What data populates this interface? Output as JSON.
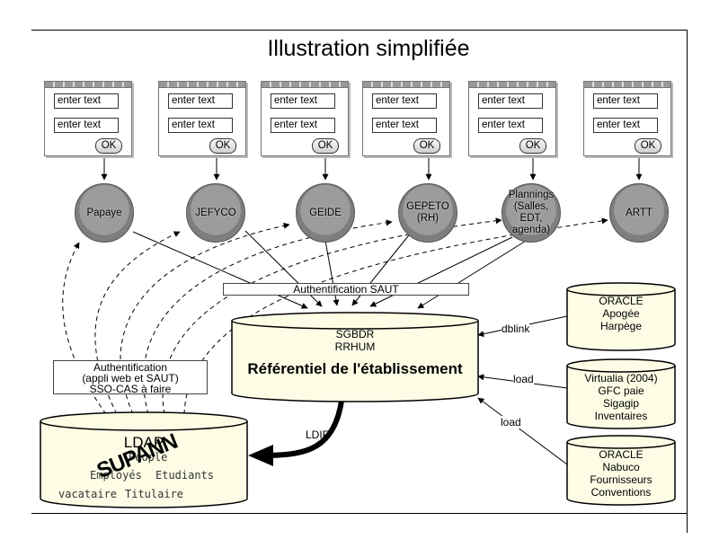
{
  "title": "Illustration simplifiée",
  "login_forms": [
    {
      "field1": "enter text",
      "field2": "enter text",
      "ok": "OK"
    },
    {
      "field1": "enter text",
      "field2": "enter text",
      "ok": "OK"
    },
    {
      "field1": "enter text",
      "field2": "enter text",
      "ok": "OK"
    },
    {
      "field1": "enter text",
      "field2": "enter text",
      "ok": "OK"
    },
    {
      "field1": "enter text",
      "field2": "enter text",
      "ok": "OK"
    },
    {
      "field1": "enter text",
      "field2": "enter text",
      "ok": "OK"
    }
  ],
  "apps": [
    "Papaye",
    "JEFYCO",
    "GEIDE",
    "GEPETO\n(RH)",
    "Plannings\n(Salles,\nEDT,\nagenda)",
    "ARTT"
  ],
  "auth_saut": "Authentification SAUT",
  "auth_box": {
    "line1": "Authentification",
    "line2": "(appli web et SAUT)",
    "line3": "SSO-CAS à faire"
  },
  "referentiel": {
    "line1": "SGBDR",
    "line2": "RRHUM",
    "title": "Référentiel de l'établissement"
  },
  "ldap": {
    "title": "LDAP",
    "supann": "SUPANN",
    "people": "People",
    "employes": "Employés",
    "etudiants": "Etudiants",
    "vacataire": "vacataire",
    "titulaire": "Titulaire"
  },
  "ldif_label": "LDIF",
  "sources": [
    {
      "lines": [
        "ORACLE",
        "Apogée",
        "Harpège"
      ],
      "link": "dblink"
    },
    {
      "lines": [
        "Virtualia (2004)",
        "GFC paie",
        "Sigagip",
        "Inventaires"
      ],
      "link": "load"
    },
    {
      "lines": [
        "ORACLE",
        "Nabuco",
        "Fournisseurs",
        "Conventions"
      ],
      "link": "load"
    }
  ]
}
